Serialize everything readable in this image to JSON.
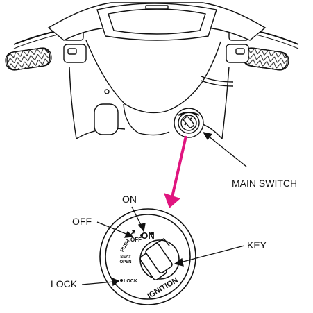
{
  "labels": {
    "main_switch": "MAIN SWITCH",
    "on": "ON",
    "off": "OFF",
    "key": "KEY",
    "lock": "LOCK"
  },
  "dial": {
    "on": "ON",
    "off": "OFF",
    "push": "PUSH",
    "seat": "SEAT",
    "open": "OPEN",
    "lock": "LOCK",
    "ignition": "IGNITION"
  },
  "colors": {
    "arrow": "#e0157f",
    "ink": "#111111"
  }
}
